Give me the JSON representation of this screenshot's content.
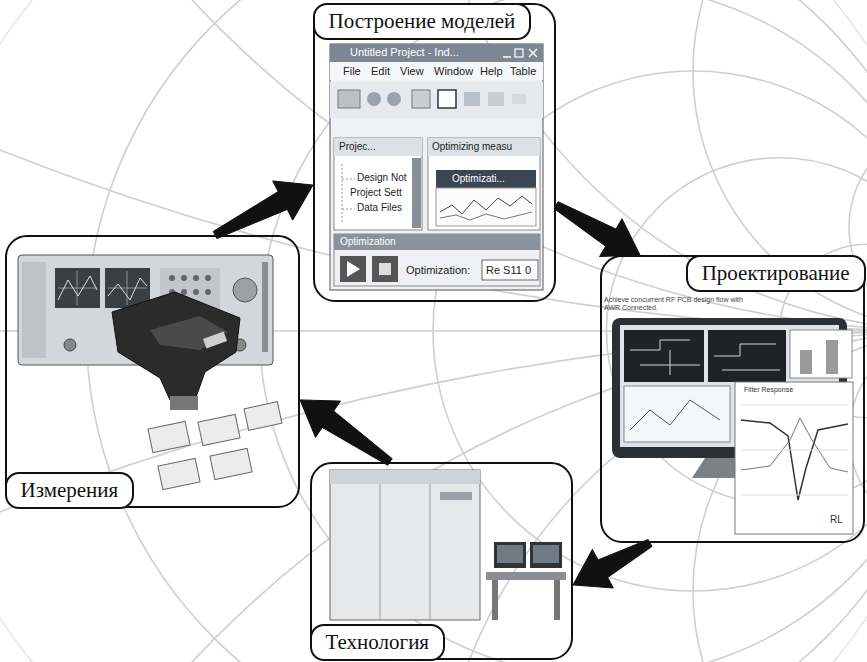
{
  "diagram": {
    "nodes": [
      {
        "text": [
          "Построение моделей"
        ]
      },
      {
        "text": [
          "Измерения"
        ]
      },
      {
        "text": [
          "Проектирование"
        ]
      },
      {
        "text": [
          "Технология"
        ]
      }
    ],
    "edges": [
      {
        "from": 1,
        "to": 0,
        "arrow": "to"
      },
      {
        "from": 0,
        "to": 2,
        "arrow": "to"
      },
      {
        "from": 2,
        "to": 3,
        "arrow": "to"
      },
      {
        "from": 3,
        "to": 1,
        "arrow": "to"
      }
    ],
    "labels": [
      "Untitled Project - Ind...",
      "File",
      "Edit",
      "View",
      "Window",
      "Help",
      "Table",
      "Projec...",
      "Optimizing measu",
      "Design Not",
      "Project Sett",
      "Data Files",
      "Optimizati...",
      "Optimization",
      "Optimization:",
      "Re S11 0",
      "Achieve concurrent RF PCB design flow with AWR Connected.",
      "Filter Response",
      "RL"
    ]
  }
}
